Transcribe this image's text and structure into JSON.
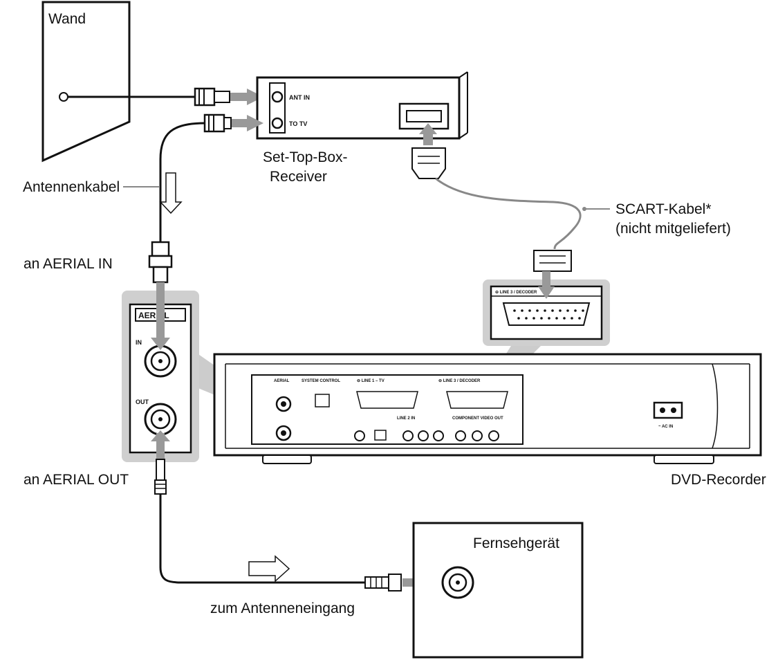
{
  "labels": {
    "wall": "Wand",
    "set_top_box": [
      "Set-Top-Box-",
      "Receiver"
    ],
    "antenna_cable": "Antennenkabel",
    "scart_cable": [
      "SCART-Kabel*",
      "(nicht mitgeliefert)"
    ],
    "aerial_in": "an AERIAL IN",
    "aerial_out": "an AERIAL OUT",
    "dvd_recorder": "DVD-Recorder",
    "tv": "Fernsehgerät",
    "antenna_input": "zum Antenneneingang"
  },
  "ports": {
    "ant_in": "ANT IN",
    "to_tv": "TO TV",
    "aerial_header": "AERIAL",
    "aerial_in": "IN",
    "aerial_out": "OUT",
    "line3_callout": "⊖ LINE 3 / DECODER",
    "line1": "⊖ LINE 1 – TV",
    "line3": "⊖ LINE 3 / DECODER",
    "system_control": "SYSTEM CONTROL",
    "aerial_small": "AERIAL",
    "line2": "LINE 2 IN",
    "component": "COMPONENT VIDEO OUT",
    "ac_in": "~ AC IN"
  }
}
